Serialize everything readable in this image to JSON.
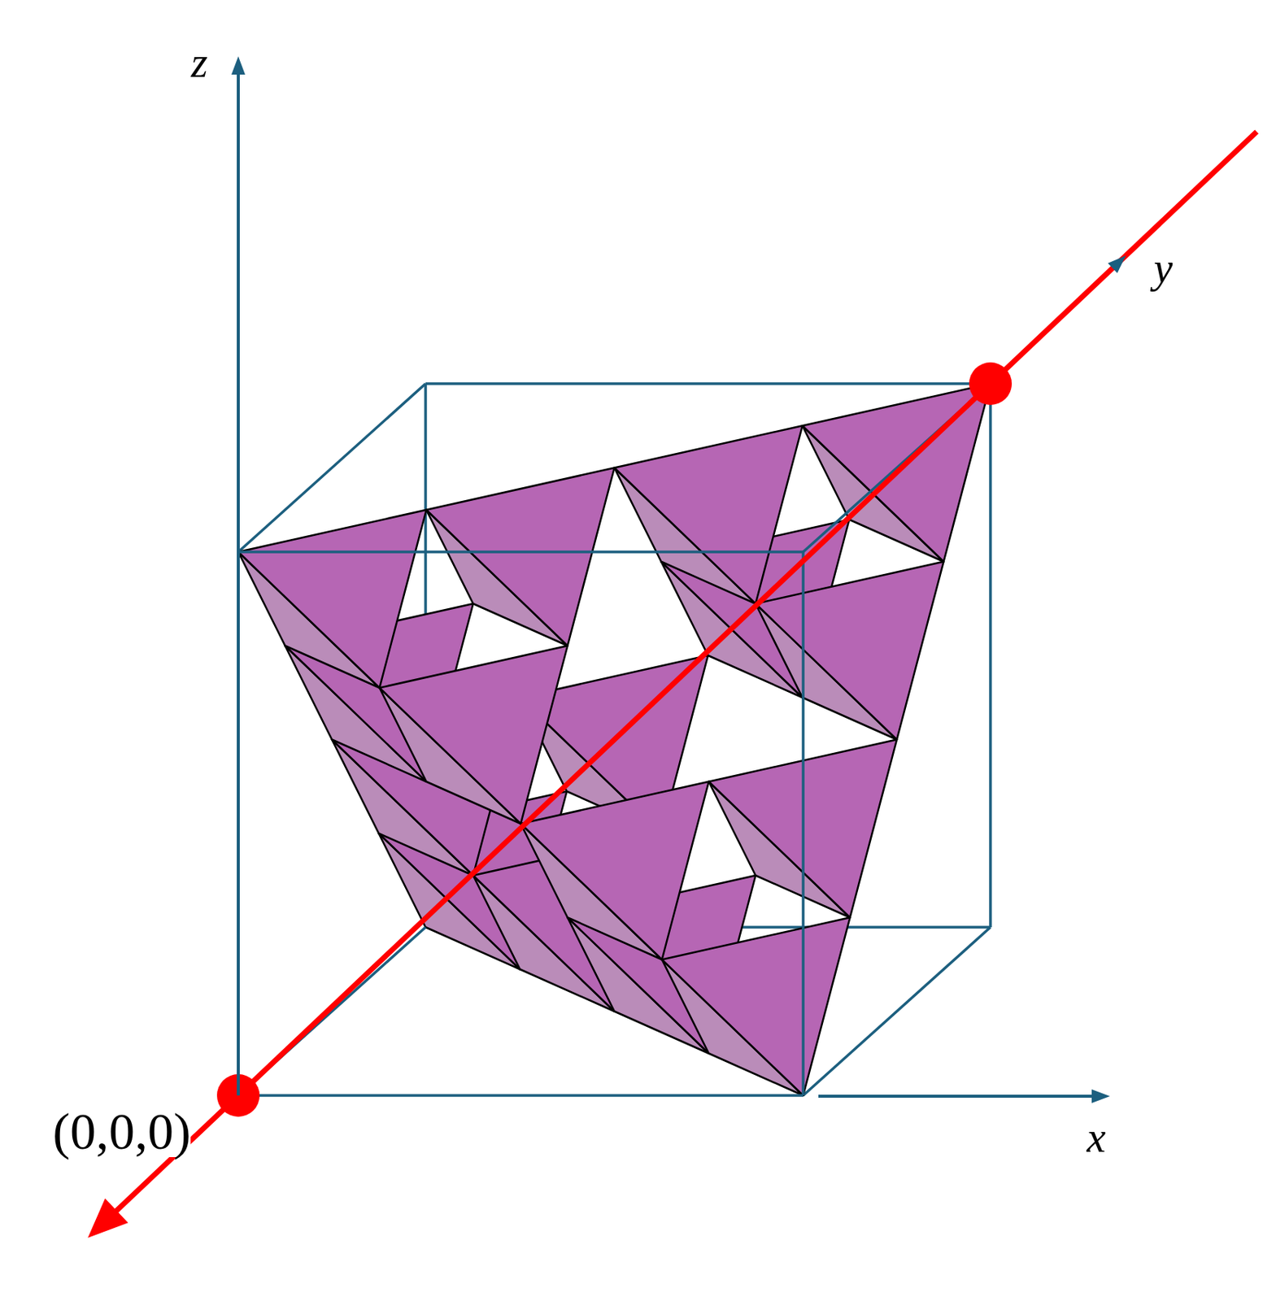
{
  "diagram": {
    "labels": [
      "z",
      "y",
      "x",
      "(0,0,0)"
    ]
  }
}
